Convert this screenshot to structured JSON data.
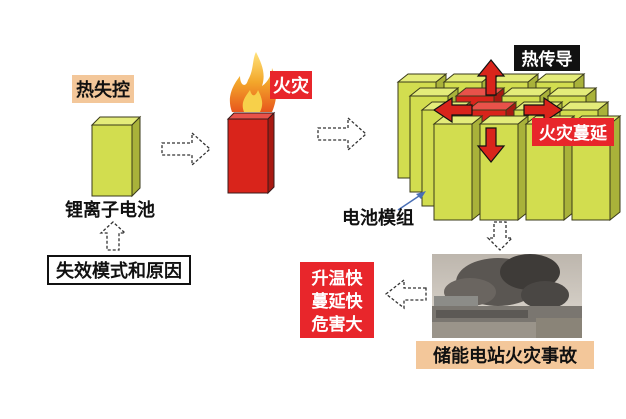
{
  "stages": {
    "thermal_runaway": "热失控",
    "battery": "锂离子电池",
    "failure_modes": "失效模式和原因",
    "fire": "火灾",
    "heat_conduction": "热传导",
    "fire_spread": "火灾蔓延",
    "module": "电池模组",
    "accident": "储能电站火灾事故",
    "outcome_lines": [
      "升温快",
      "蔓延快",
      "危害大"
    ]
  },
  "colors": {
    "cell_yellow": "#d2dd4f",
    "cell_edge": "#3a3a1a",
    "fire_red": "#d9241b",
    "label_orange_bg": "#f3c79a",
    "label_red_bg": "#e8262b",
    "label_black_bg": "#111111",
    "arrow_red": "#d9241b",
    "photo_sky": "#cfc8c0",
    "photo_smoke": "#4a4744"
  },
  "icons": [
    "dashed-arrow-right-icon",
    "dashed-arrow-down-icon",
    "dashed-arrow-up-icon",
    "dashed-arrow-left-icon",
    "flame-icon",
    "red-arrow-icon"
  ]
}
